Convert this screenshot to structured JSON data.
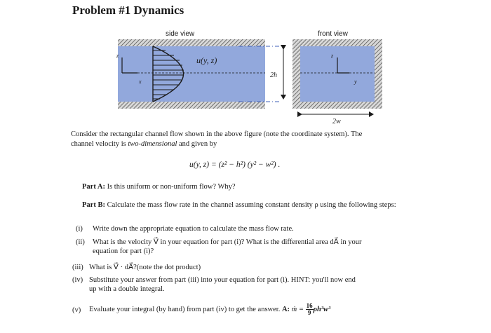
{
  "title": "Problem #1 Dynamics",
  "figure": {
    "side_view_label": "side view",
    "front_view_label": "front view",
    "profile_label": "u(y, z)",
    "height_label": "2h",
    "width_label": "2w",
    "side_axis_z": "z",
    "side_axis_x": "x",
    "front_axis_z": "z",
    "front_axis_y": "y",
    "channel_color": "#92a8dc",
    "wall_color": "#888888"
  },
  "intro": {
    "line1": "Consider the rectangular channel flow shown in the above figure (note the coordinate system). The",
    "line2_pre": "channel velocity is ",
    "line2_em": "two-dimensional",
    "line2_post": " and given by"
  },
  "equation": "u(y, z) = (z² − h²) (y² − w²) .",
  "part_a": {
    "label": "Part A:",
    "text": " Is this uniform or non-uniform flow? Why?"
  },
  "part_b": {
    "label": "Part B:",
    "text": " Calculate the mass flow rate in the channel assuming constant density ρ using the following steps:"
  },
  "steps": [
    {
      "num": "(i)",
      "line1": "Write down the appropriate equation to calculate the mass flow rate.",
      "line2": ""
    },
    {
      "num": "(ii)",
      "line1": "What is the velocity V⃗ in your equation for part (i)? What is the differential area dA⃗ in your",
      "line2": "equation for part (i)?"
    },
    {
      "num": "(iii)",
      "line1": "What is V⃗ · dA⃗?(note the dot product)",
      "line2": ""
    },
    {
      "num": "(iv)",
      "line1": "Substitute your answer from part (iii) into your equation for part (i). HINT: you'll now end",
      "line2": "up with a double integral."
    },
    {
      "num": "(v)",
      "line1": "Evaluate your integral (by hand) from part (iv) to get the answer.",
      "line2": ""
    }
  ],
  "answer": {
    "label": "A:",
    "lhs": "ṁ =",
    "frac_num": "16",
    "frac_den": "9",
    "rhs": "ρh³w³"
  }
}
